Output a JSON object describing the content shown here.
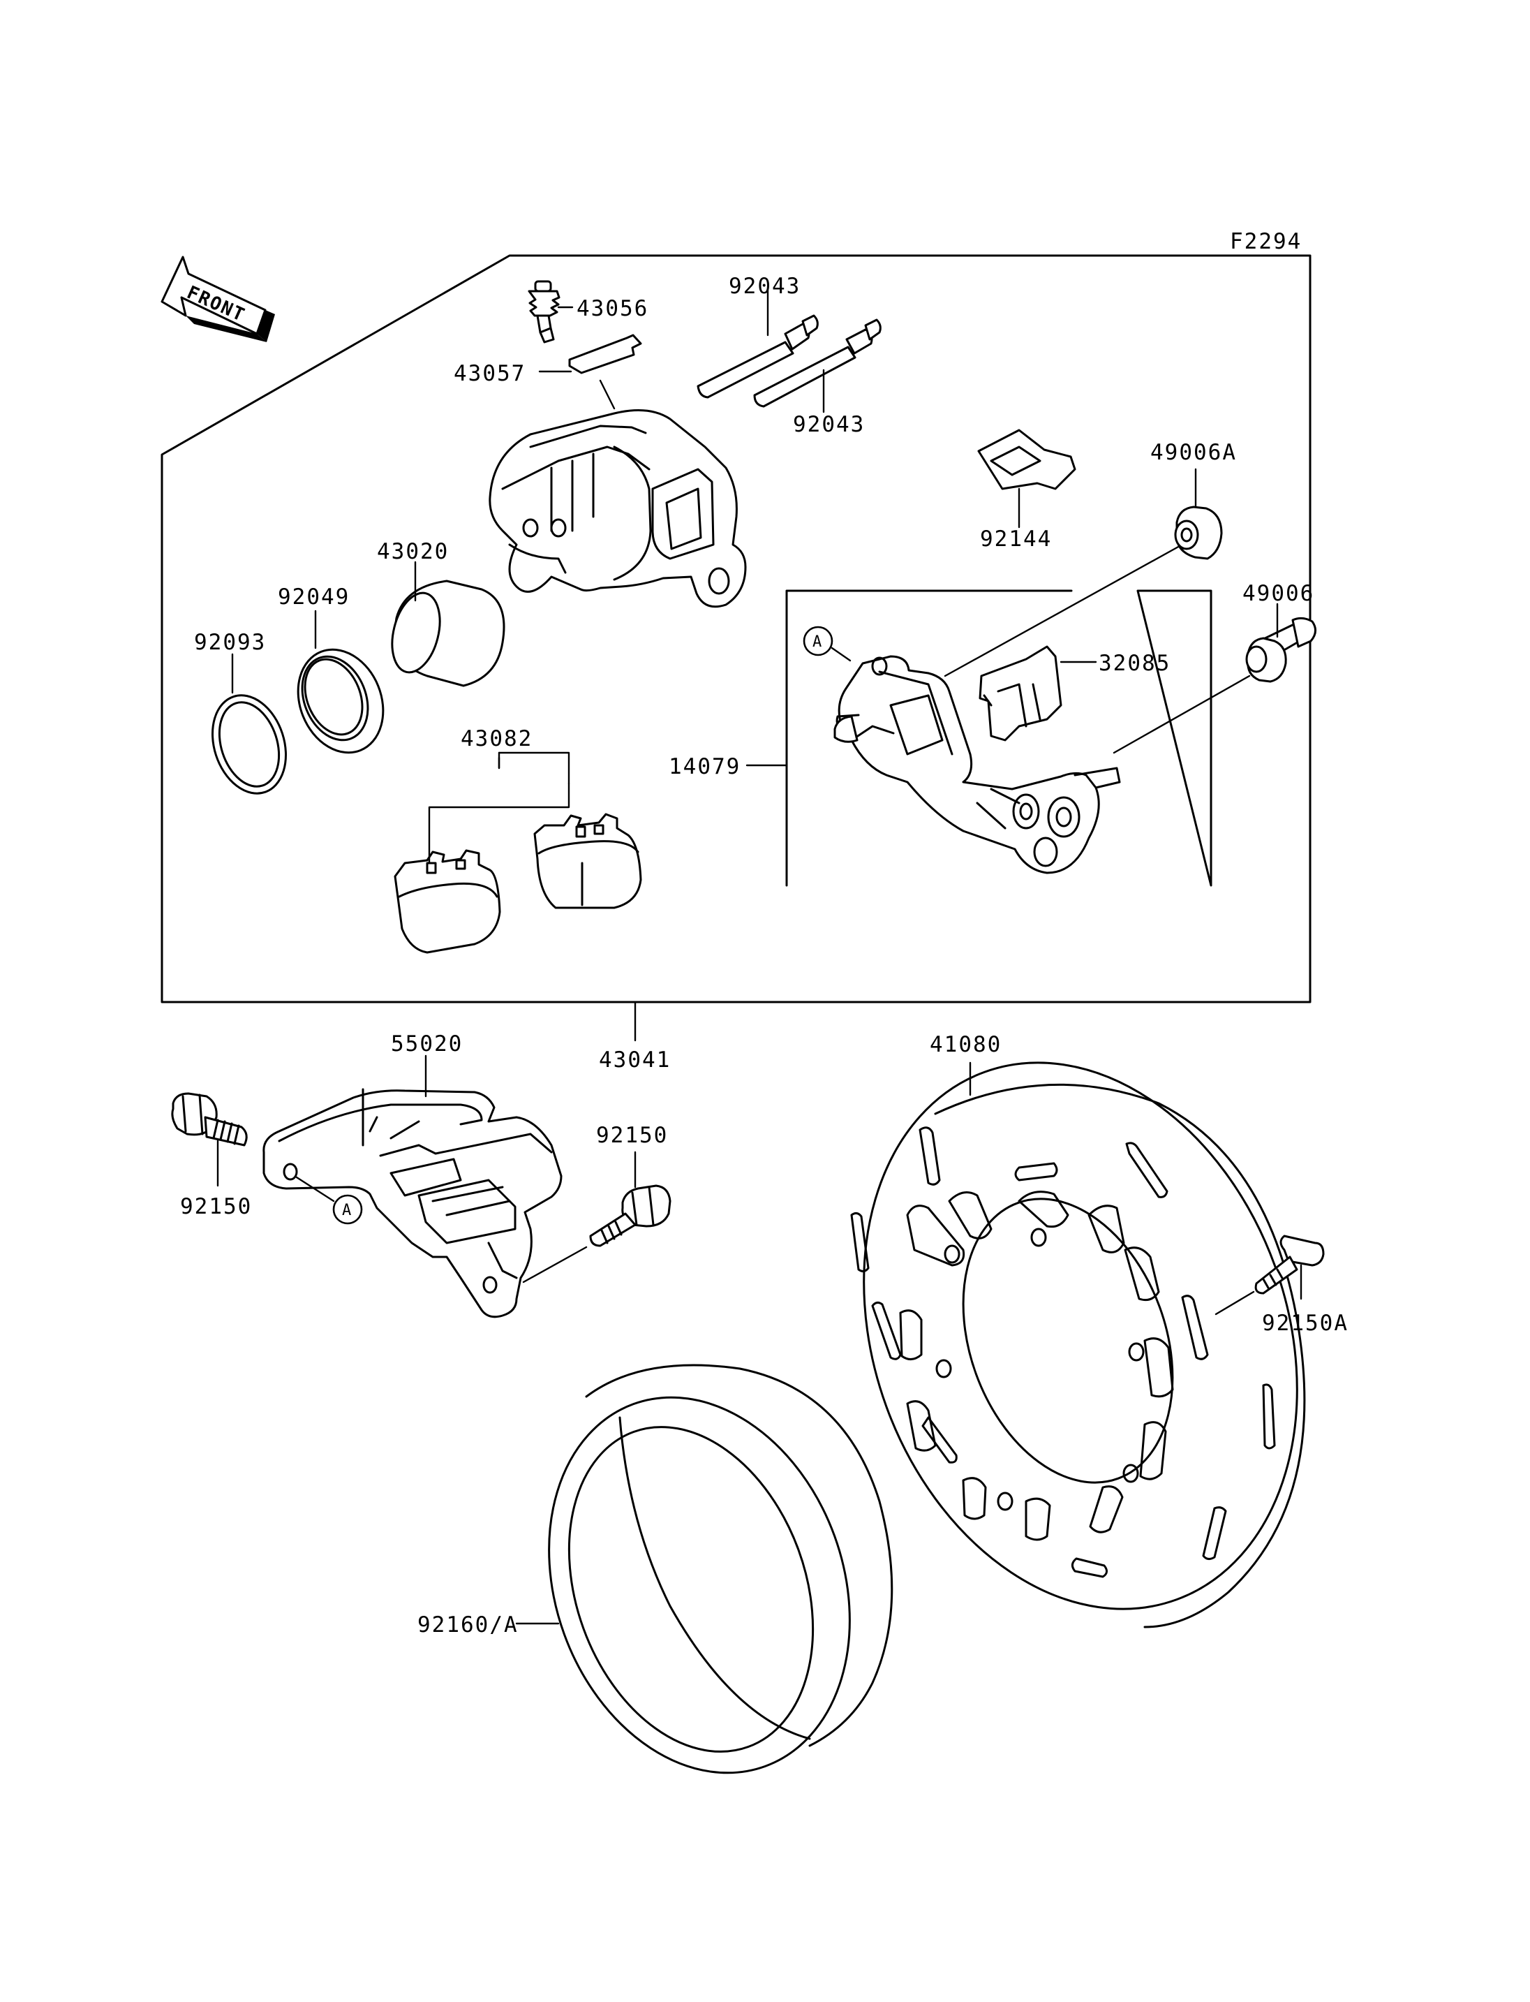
{
  "diagram": {
    "figure_code": "F2294",
    "front_arrow_label": "FRONT",
    "reference_marker": "A",
    "part_numbers": {
      "p43056": "43056",
      "p43057": "43057",
      "p92043_top": "92043",
      "p92043_bottom": "92043",
      "p49006A": "49006A",
      "p92144": "92144",
      "p43020": "43020",
      "p92049": "92049",
      "p92093": "92093",
      "p49006": "49006",
      "p32085": "32085",
      "p14079": "14079",
      "p43082": "43082",
      "p43041": "43041",
      "p55020": "55020",
      "p41080": "41080",
      "p92150_left": "92150",
      "p92150_mid": "92150",
      "p92150A": "92150A",
      "p92160A": "92160/A"
    }
  }
}
